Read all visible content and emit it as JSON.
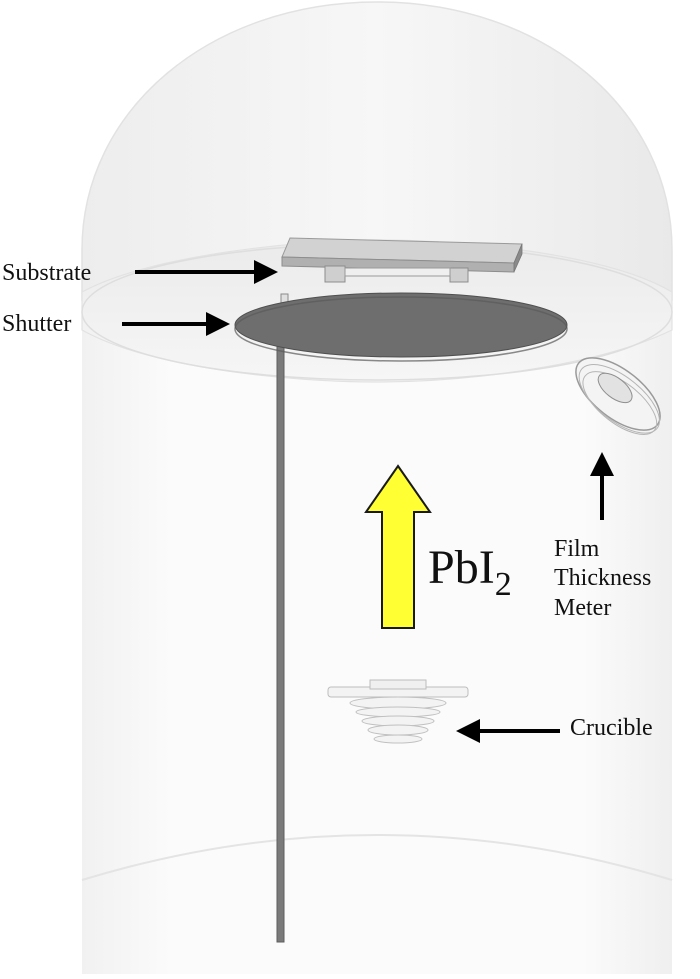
{
  "labels": {
    "substrate": "Substrate",
    "shutter": "Shutter",
    "film_line1": "Film",
    "film_line2": "Thickness",
    "film_line3": "Meter",
    "crucible": "Crucible"
  },
  "vapor": {
    "formula_main": "PbI",
    "formula_sub": "2",
    "arrow_color": "#ffff33"
  },
  "colors": {
    "chamber_edge": "#dcdcdc",
    "shutter": "#6e6e6e",
    "rod": "#7a7a7a",
    "substrate_top": "#c8c8c8",
    "label_arrow": "#000000"
  }
}
